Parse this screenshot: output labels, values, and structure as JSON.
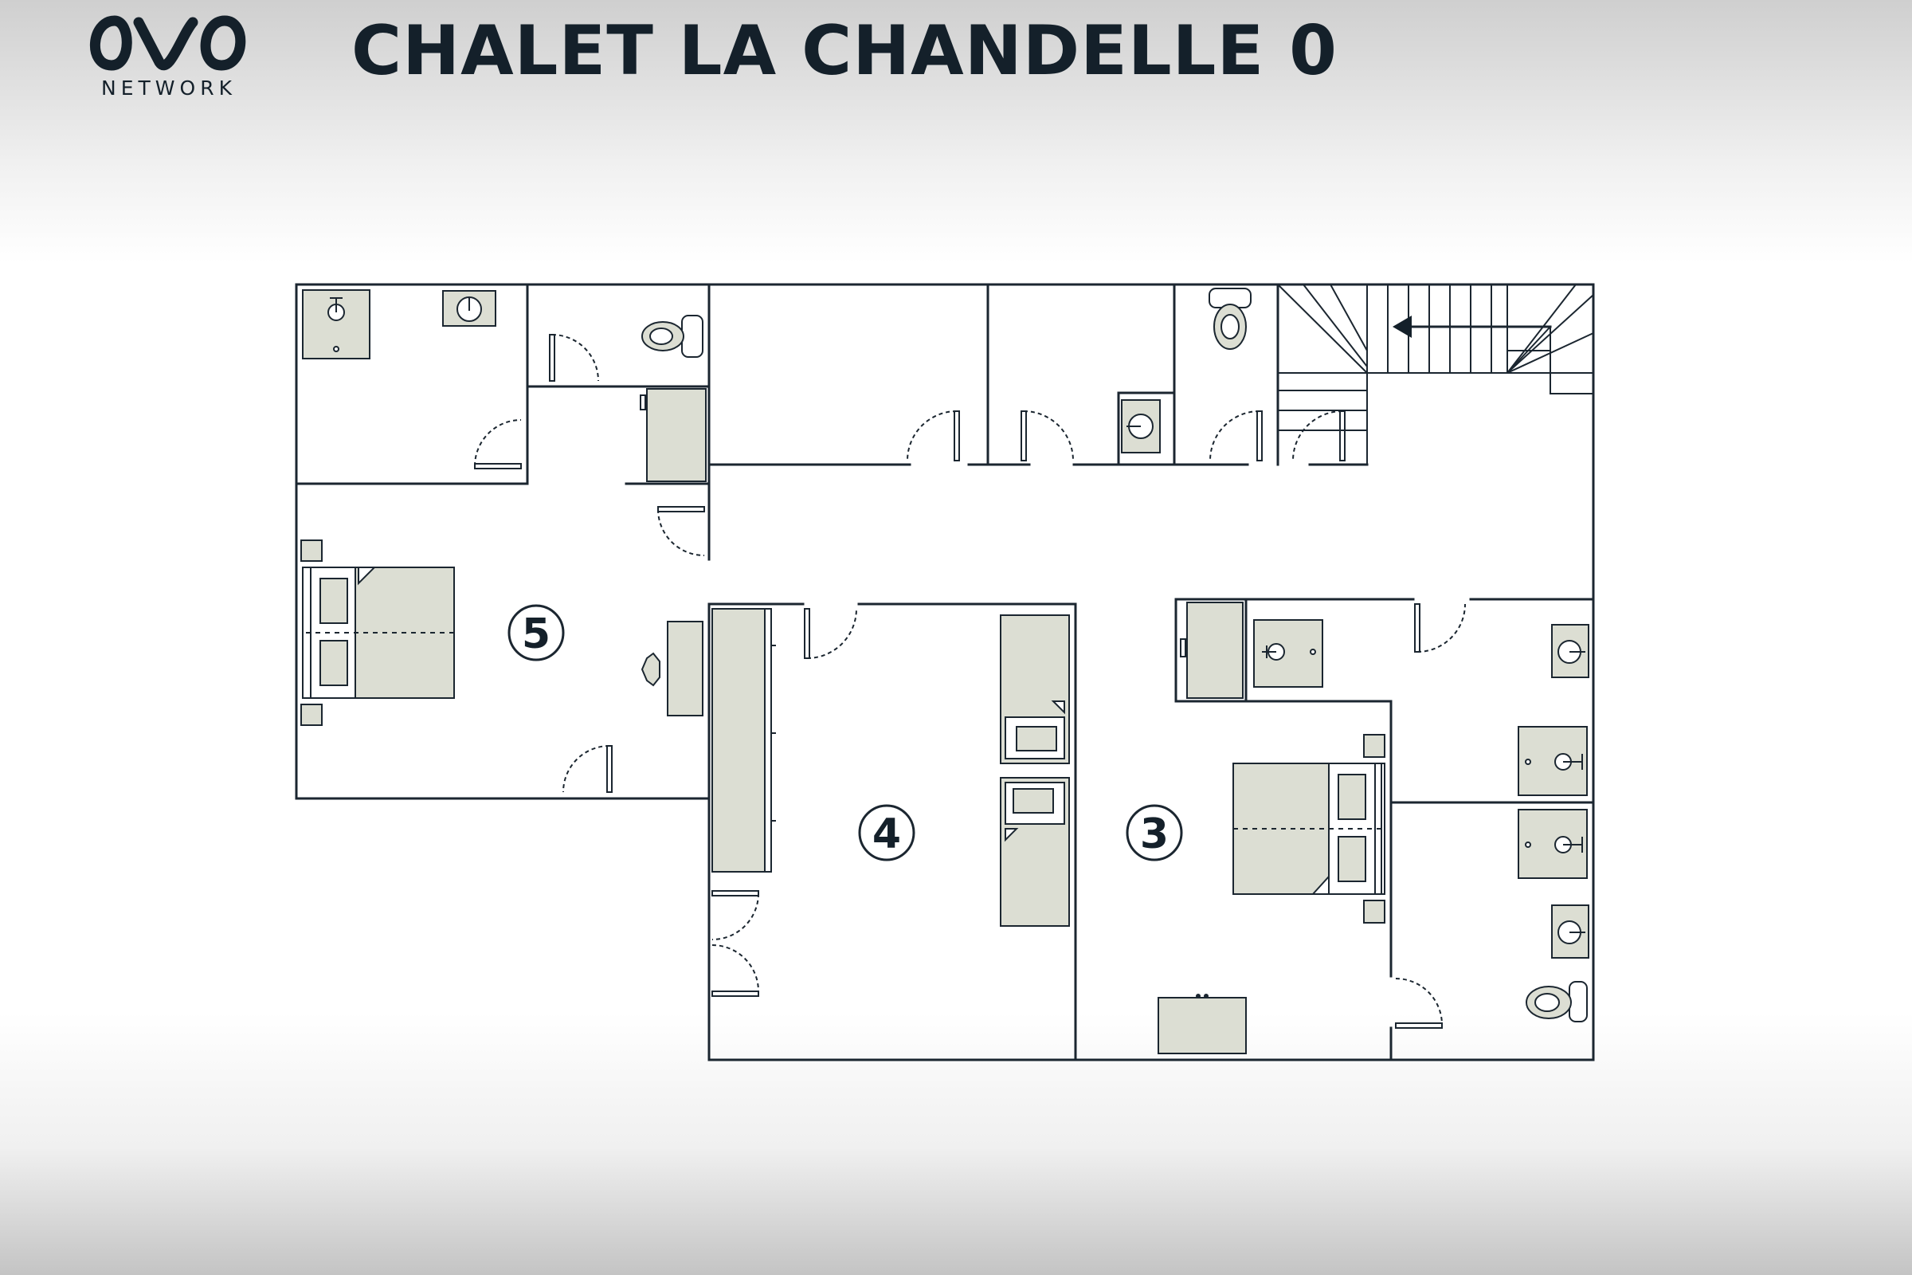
{
  "header": {
    "logo_text": "NETWORK",
    "title": "CHALET LA CHANDELLE 0"
  },
  "rooms": [
    {
      "number": "5"
    },
    {
      "number": "4"
    },
    {
      "number": "3"
    }
  ],
  "icons": {
    "logo": "ovo-network-logo",
    "stairs": "stairs-arrow-icon",
    "bed": "bed-icon",
    "toilet": "toilet-icon",
    "sink": "sink-icon",
    "shower": "shower-icon"
  },
  "colors": {
    "text": "#14202a",
    "wall": "#1b2630",
    "furniture": "#dcded3",
    "background": "#ffffff"
  }
}
